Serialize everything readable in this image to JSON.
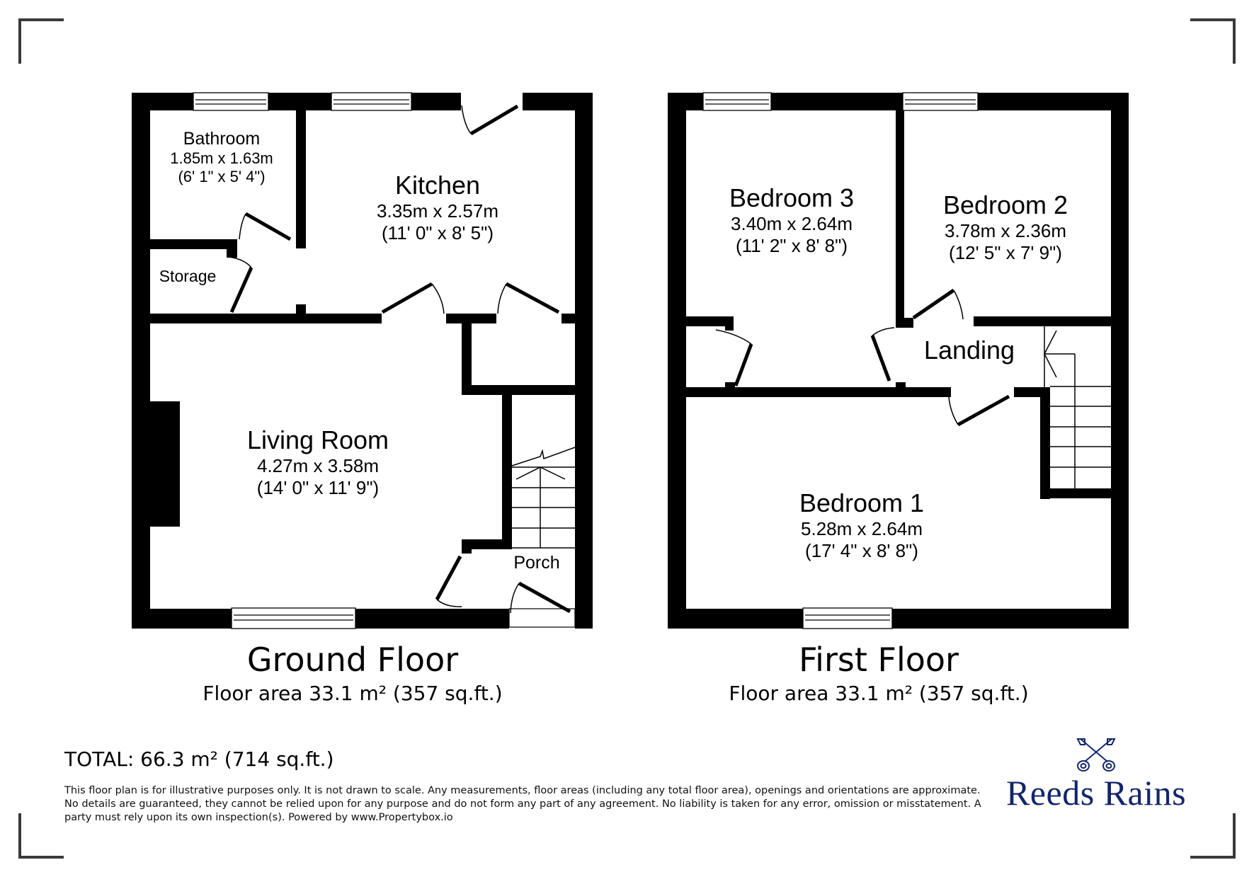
{
  "ground_floor": {
    "title": "Ground Floor",
    "area": "Floor area 33.1 m² (357 sq.ft.)",
    "rooms": [
      {
        "name": "Bathroom",
        "metric": "1.85m x 1.63m",
        "imperial": "(6' 1\" x 5' 4\")"
      },
      {
        "name": "Kitchen",
        "metric": "3.35m x 2.57m",
        "imperial": "(11' 0\" x 8' 5\")"
      },
      {
        "name": "Storage"
      },
      {
        "name": "Living Room",
        "metric": "4.27m x 3.58m",
        "imperial": "(14' 0\" x 11' 9\")"
      },
      {
        "name": "Porch"
      }
    ]
  },
  "first_floor": {
    "title": "First Floor",
    "area": "Floor area 33.1 m² (357 sq.ft.)",
    "rooms": [
      {
        "name": "Bedroom 3",
        "metric": "3.40m x 2.64m",
        "imperial": "(11' 2\" x 8' 8\")"
      },
      {
        "name": "Bedroom 2",
        "metric": "3.78m x 2.36m",
        "imperial": "(12' 5\" x 7' 9\")"
      },
      {
        "name": "Landing"
      },
      {
        "name": "Bedroom 1",
        "metric": "5.28m x 2.64m",
        "imperial": "(17' 4\" x 8' 8\")"
      }
    ]
  },
  "total": "TOTAL: 66.3 m² (714 sq.ft.)",
  "disclaimer": "This floor plan is for illustrative purposes only. It is not drawn to scale. Any measurements, floor areas (including any total floor area), openings and orientations are approximate. No details are guaranteed, they cannot be relied upon for any purpose and do not form any part of any agreement. No liability is taken for any error, omission or misstatement. A party must rely upon its own inspection(s). Powered by www.Propertybox.io",
  "brand": {
    "name": "Reeds Rains",
    "icon": "crossed-keys-icon",
    "color": "#13266b"
  },
  "colors": {
    "wall": "#000000",
    "corner_marks": "#3a3a3a",
    "background": "#ffffff"
  }
}
